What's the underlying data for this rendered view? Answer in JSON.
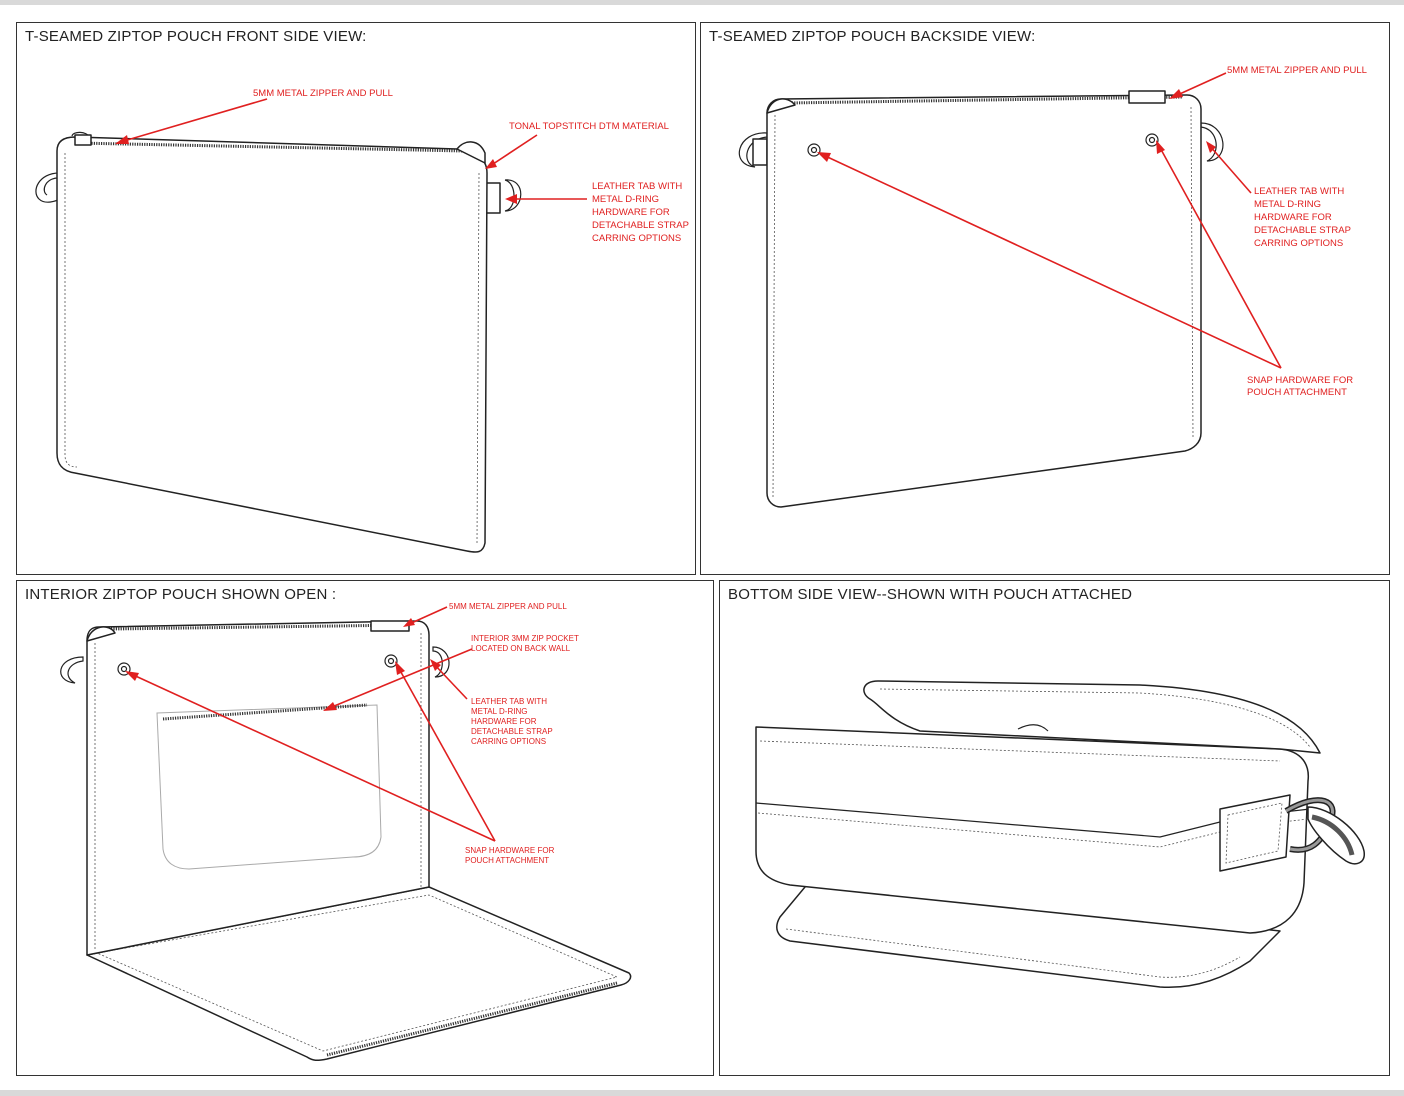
{
  "panels": {
    "front": {
      "title": "T-SEAMED ZIPTOP POUCH FRONT SIDE VIEW:",
      "zipper_label": "5MM METAL ZIPPER AND PULL",
      "topstitch_label": "TONAL TOPSTITCH DTM MATERIAL",
      "tab_lines": [
        "LEATHER TAB WITH",
        "METAL D-RING",
        "HARDWARE FOR",
        "DETACHABLE STRAP",
        "CARRING OPTIONS"
      ]
    },
    "back": {
      "title": "T-SEAMED ZIPTOP POUCH BACKSIDE VIEW:",
      "zipper_label": "5MM METAL ZIPPER AND PULL",
      "tab_lines": [
        "LEATHER TAB WITH",
        "METAL D-RING",
        "HARDWARE FOR",
        "DETACHABLE STRAP",
        "CARRING OPTIONS"
      ],
      "snap_lines": [
        "SNAP HARDWARE FOR",
        "POUCH ATTACHMENT"
      ]
    },
    "interior": {
      "title": "INTERIOR ZIPTOP POUCH SHOWN OPEN :",
      "zipper_label": "5MM METAL ZIPPER AND PULL",
      "pocket_lines": [
        "INTERIOR 3MM ZIP POCKET",
        "LOCATED ON BACK WALL"
      ],
      "tab_lines": [
        "LEATHER TAB WITH",
        "METAL D-RING",
        "HARDWARE FOR",
        "DETACHABLE STRAP",
        "CARRING OPTIONS"
      ],
      "snap_lines": [
        "SNAP HARDWARE FOR",
        "POUCH ATTACHMENT"
      ]
    },
    "bottom": {
      "title": "BOTTOM SIDE VIEW--SHOWN WITH POUCH ATTACHED"
    }
  },
  "colors": {
    "annotation": "#e02020",
    "line": "#222222",
    "border": "#333333"
  }
}
